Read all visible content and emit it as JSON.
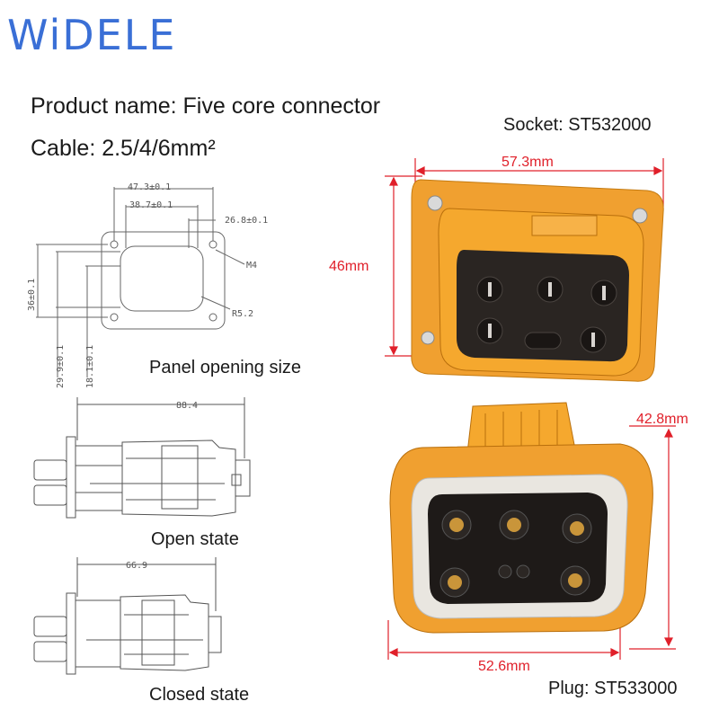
{
  "brand": "WiDELE",
  "info": {
    "product_name": "Product name: Five core connector",
    "cable": "Cable: 2.5/4/6mm²"
  },
  "socket": {
    "model": "Socket: ST532000",
    "width": "57.3mm",
    "height": "46mm"
  },
  "plug": {
    "model": "Plug: ST533000",
    "width": "52.6mm",
    "height": "42.8mm"
  },
  "panel_drawing": {
    "dim_outer": "47.3±0.1",
    "dim_mid": "38.7±0.1",
    "dim_inner": "26.8±0.1",
    "screw": "M4",
    "radius": "R5.2",
    "height_outer": "36±0.1",
    "height_mid": "29.9±0.1",
    "height_inner": "18.1±0.1",
    "caption": "Panel opening size"
  },
  "open_drawing": {
    "length": "88.4",
    "caption": "Open state"
  },
  "closed_drawing": {
    "length": "66.9",
    "caption": "Closed state"
  },
  "colors": {
    "brand": "#3a6fd6",
    "connector_orange": "#f0a030",
    "dimension_red": "#e0202a"
  }
}
